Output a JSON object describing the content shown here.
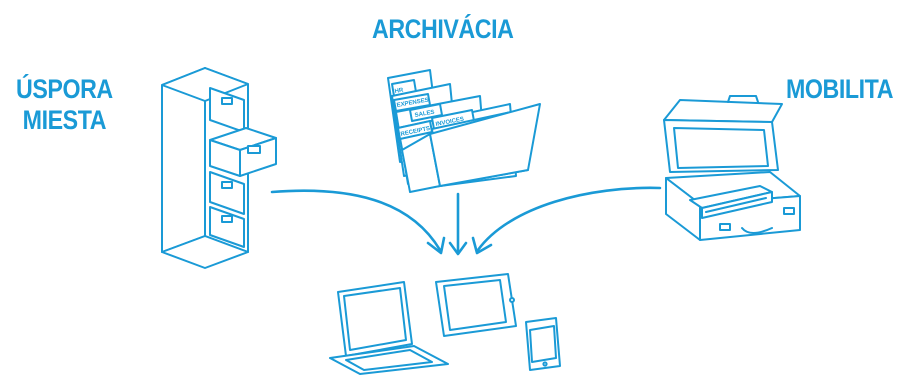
{
  "labels": {
    "archive": "ARCHIVÁCIA",
    "space_line1": "ÚSPORA",
    "space_line2": "MIESTA",
    "mobility": "MOBILITA"
  },
  "folder_tabs": [
    "HR",
    "EXPENSES",
    "SALES",
    "RECEIPTS",
    "INVOICES"
  ],
  "icons": [
    "filing-cabinet-icon",
    "folders-icon",
    "briefcase-scanner-icon",
    "laptop-icon",
    "tablet-icon",
    "phone-icon"
  ],
  "colors": {
    "accent": "#1a9ad6",
    "background": "#ffffff"
  }
}
